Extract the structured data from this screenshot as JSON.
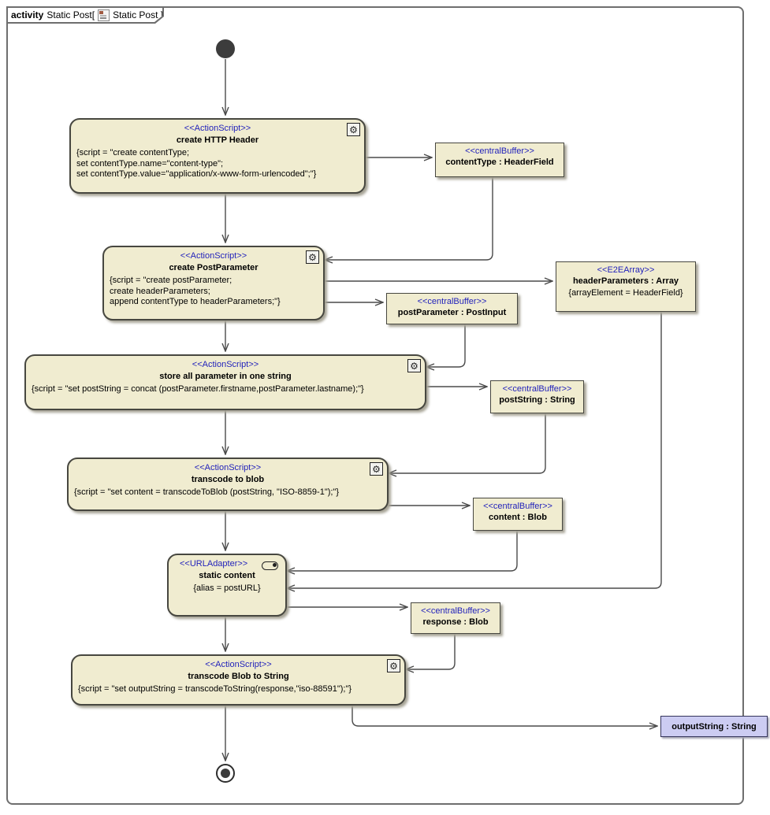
{
  "frame": {
    "keyword": "activity",
    "name": "Static Post[",
    "diagram_ref": "Static Post ]"
  },
  "colors": {
    "node_fill": "#f0ecd0",
    "stereotype_text": "#2222bb",
    "param_fill": "#ccccf2",
    "edge": "#4a4a4a"
  },
  "icons": {
    "action_badge": "gear-icon",
    "adapter_badge": "pill-icon",
    "frame_badge": "activity-diagram-icon"
  },
  "nodes": {
    "create_http_header": {
      "stereotype": "<<ActionScript>>",
      "title": "create HTTP Header",
      "body": [
        "{script = \"create contentType;",
        "set contentType.name=\"content-type\";",
        "set contentType.value=\"application/x-www-form-urlencoded\";\"}"
      ]
    },
    "create_post_parameter": {
      "stereotype": "<<ActionScript>>",
      "title": "create PostParameter",
      "body": [
        "{script = \"create postParameter;",
        "create headerParameters;",
        "append contentType to headerParameters;\"}"
      ]
    },
    "store_all_parameter": {
      "stereotype": "<<ActionScript>>",
      "title": "store all parameter in one string",
      "body": [
        "{script = \"set postString = concat (postParameter.firstname,postParameter.lastname);\"}"
      ]
    },
    "transcode_to_blob": {
      "stereotype": "<<ActionScript>>",
      "title": "transcode to blob",
      "body": [
        "{script = \"set content = transcodeToBlob (postString, \"ISO-8859-1\");\"}"
      ]
    },
    "static_content": {
      "stereotype": "<<URLAdapter>>",
      "title": "static content",
      "body": [
        "{alias = postURL}"
      ]
    },
    "transcode_blob_to_string": {
      "stereotype": "<<ActionScript>>",
      "title": "transcode Blob to String",
      "body": [
        "{script = \"set outputString = transcodeToString(response,\"iso-88591\");\"}"
      ]
    }
  },
  "buffers": {
    "contentType": {
      "stereotype": "<<centralBuffer>>",
      "name": "contentType : HeaderField"
    },
    "postParameter": {
      "stereotype": "<<centralBuffer>>",
      "name": "postParameter : PostInput"
    },
    "headerParameters": {
      "stereotype": "<<E2EArray>>",
      "name": "headerParameters : Array",
      "constraint": "{arrayElement = HeaderField}"
    },
    "postString": {
      "stereotype": "<<centralBuffer>>",
      "name": "postString : String"
    },
    "content": {
      "stereotype": "<<centralBuffer>>",
      "name": "content : Blob"
    },
    "response": {
      "stereotype": "<<centralBuffer>>",
      "name": "response : Blob"
    }
  },
  "params": {
    "outputString": {
      "name": "outputString : String"
    }
  }
}
